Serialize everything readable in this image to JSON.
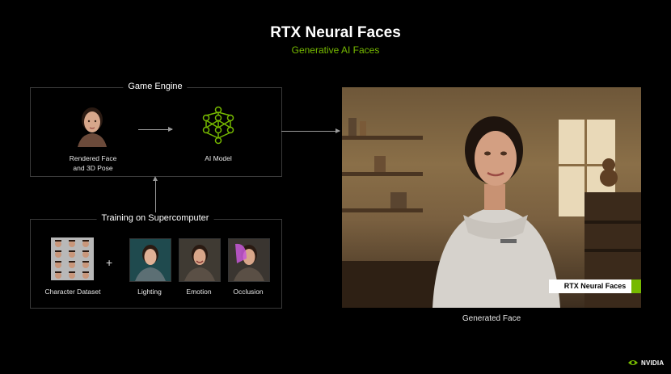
{
  "header": {
    "title": "RTX Neural Faces",
    "subtitle": "Generative AI Faces"
  },
  "game_engine": {
    "label": "Game Engine",
    "rendered_face_label": "Rendered Face\nand 3D Pose",
    "ai_model_label": "AI Model"
  },
  "training": {
    "label": "Training on Supercomputer",
    "dataset_label": "Character Dataset",
    "plus": "+",
    "items": [
      {
        "label": "Lighting"
      },
      {
        "label": "Emotion"
      },
      {
        "label": "Occlusion"
      }
    ]
  },
  "output": {
    "badge_text": "RTX Neural Faces",
    "caption": "Generated Face"
  },
  "brand": {
    "logo_text": "NVIDIA",
    "accent_color": "#76b900"
  }
}
